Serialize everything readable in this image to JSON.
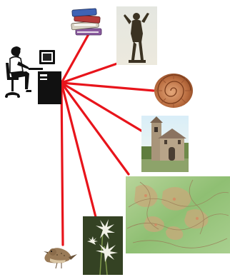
{
  "diagram": {
    "hub": {
      "name": "computer-user",
      "icon": "person-at-computer-icon"
    },
    "connector_color": "#e8141b",
    "nodes": [
      {
        "name": "books",
        "icon": "stack-of-books-icon"
      },
      {
        "name": "statue",
        "icon": "bronze-statue-photo"
      },
      {
        "name": "fossil",
        "icon": "ammonite-fossil-photo"
      },
      {
        "name": "church",
        "icon": "stone-church-photo"
      },
      {
        "name": "relief-map",
        "icon": "topographic-relief-map"
      },
      {
        "name": "flower",
        "icon": "white-flower-photo"
      },
      {
        "name": "bird",
        "icon": "songbird-photo"
      }
    ]
  }
}
